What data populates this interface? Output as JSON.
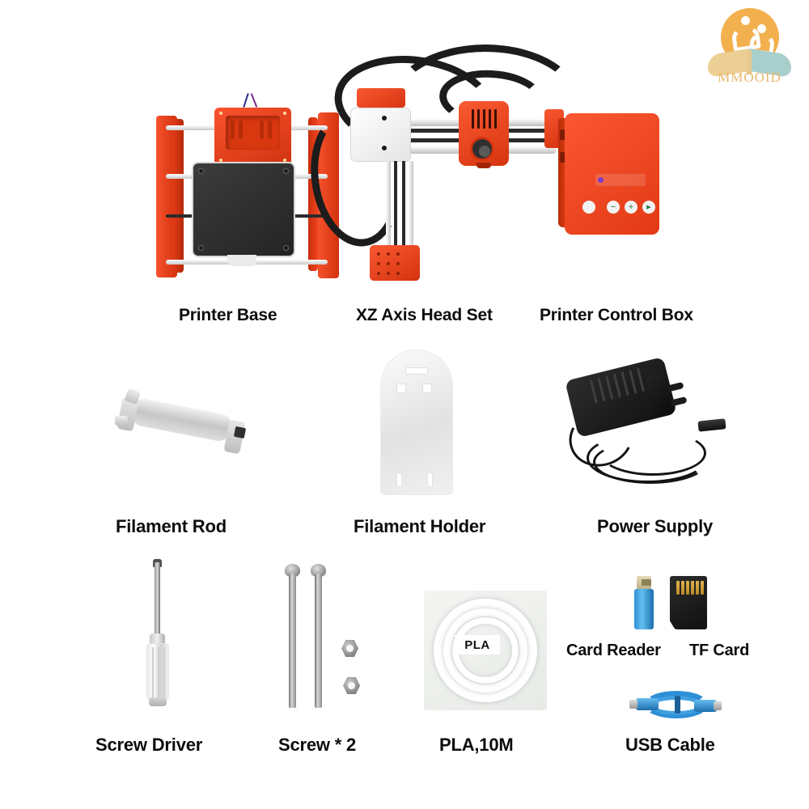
{
  "brand": {
    "logo_text": "MMOOID",
    "logo_icon": "sun-figures-book-logo",
    "accent_color": "#f3b04e"
  },
  "colors": {
    "printer_orange": "#f0411f",
    "printer_orange_dark": "#c9300f",
    "bed_black": "#2b2b2b",
    "cable_blue": "#2d8fd6",
    "background": "#ffffff"
  },
  "items": [
    {
      "id": "printer-base",
      "label": "Printer Base",
      "row": 1,
      "icon": "printer-base-photo"
    },
    {
      "id": "xz-axis-head-set",
      "label": "XZ Axis Head Set",
      "row": 1,
      "icon": "xz-axis-head-photo"
    },
    {
      "id": "printer-control-box",
      "label": "Printer Control Box",
      "row": 1,
      "icon": "control-box-photo"
    },
    {
      "id": "filament-rod",
      "label": "Filament Rod",
      "row": 2,
      "icon": "filament-rod-photo"
    },
    {
      "id": "filament-holder",
      "label": "Filament Holder",
      "row": 2,
      "icon": "filament-holder-photo"
    },
    {
      "id": "power-supply",
      "label": "Power Supply",
      "row": 2,
      "icon": "power-adapter-photo"
    },
    {
      "id": "screw-driver",
      "label": "Screw Driver",
      "row": 3,
      "icon": "screwdriver-photo"
    },
    {
      "id": "screws",
      "label": "Screw * 2",
      "row": 3,
      "icon": "screws-photo"
    },
    {
      "id": "pla",
      "label": "PLA,10M",
      "row": 3,
      "icon": "pla-filament-photo"
    },
    {
      "id": "card-reader",
      "label": "Card Reader",
      "row": 3,
      "icon": "usb-card-reader-photo"
    },
    {
      "id": "tf-card",
      "label": "TF Card",
      "row": 3,
      "icon": "microsd-card-photo"
    },
    {
      "id": "usb-cable",
      "label": "USB Cable",
      "row": 3,
      "icon": "usb-cable-photo"
    }
  ],
  "pla_package": {
    "bag_label": "PLA"
  },
  "control_box": {
    "buttons": [
      {
        "name": "power-button",
        "glyph": ""
      },
      {
        "name": "minus-button",
        "glyph": "−"
      },
      {
        "name": "plus-button",
        "glyph": "+"
      },
      {
        "name": "play-button",
        "glyph": "▸"
      }
    ]
  }
}
